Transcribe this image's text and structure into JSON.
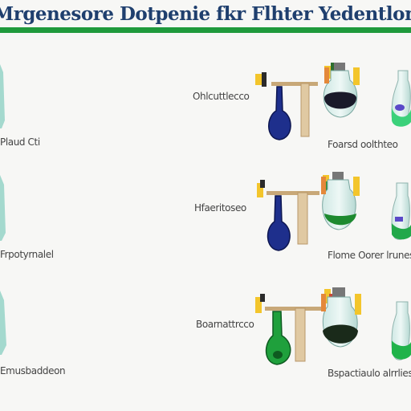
{
  "header": {
    "title": "Mrgenesore Dotpenie fkr Flhter Yedentlon",
    "accent_color": "#1f9a3c",
    "title_color": "#1f3f6e"
  },
  "rows": [
    {
      "left_label": "Plaud Cti",
      "apparatus_label": "Ohlcuttlecco",
      "flask_caption": "Foarsd oolthteo",
      "flask_liquid_color": "#1e2f8c",
      "beaker_liquid_color": "#1a1a2a",
      "jar_liquid_color": "#3bd17a"
    },
    {
      "left_label": "Frpotyrnalel",
      "apparatus_label": "Hfaeritoseo",
      "flask_caption": "Flome Oorer lrunes",
      "flask_liquid_color": "#1e2f8c",
      "beaker_liquid_color": "#1d8a2f",
      "jar_liquid_color": "#22a84a"
    },
    {
      "left_label": "Emusbaddeon",
      "apparatus_label": "Boarnattrcco",
      "flask_caption": "Bspactiaulo alrrlies",
      "flask_liquid_color": "#1fa03c",
      "beaker_liquid_color": "#1a2a1a",
      "jar_liquid_color": "#20b34a"
    }
  ],
  "icons": {
    "left_flask": "tall-flask-icon",
    "apparatus": "clamp-stand-icon",
    "round_flask": "round-bottom-flask-icon",
    "beaker": "beaker-icon",
    "jar": "jar-icon"
  }
}
